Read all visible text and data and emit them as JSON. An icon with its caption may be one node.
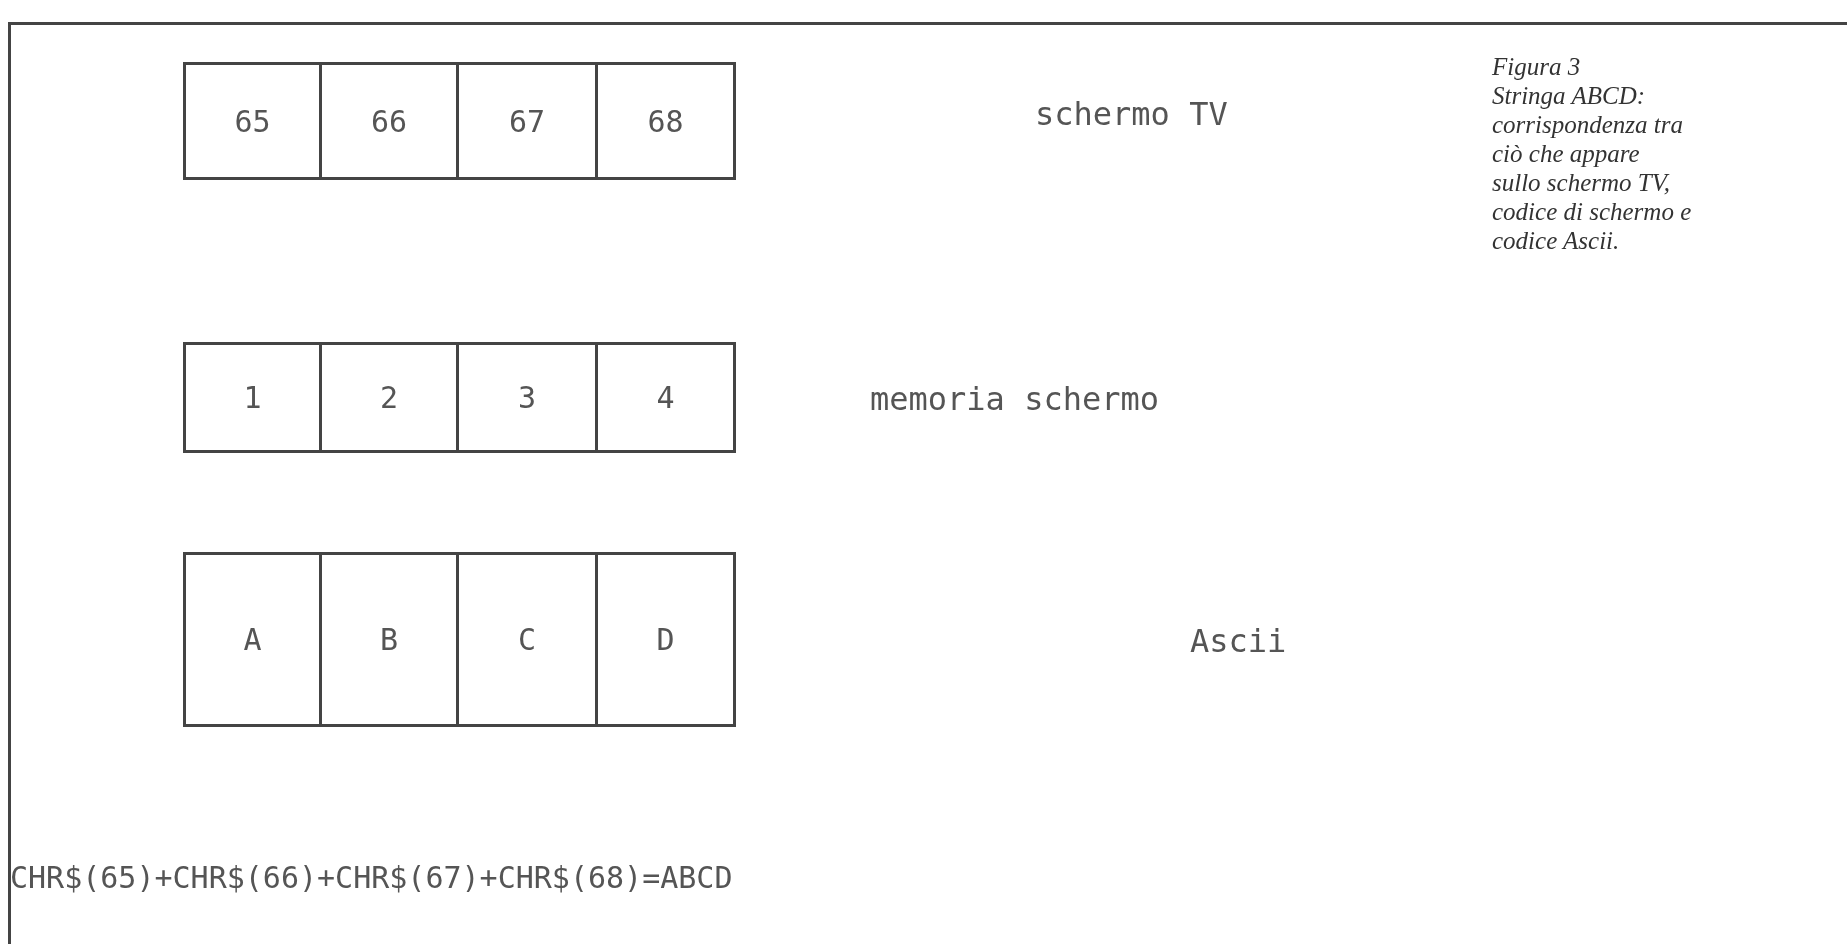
{
  "diagram": {
    "title": "Figura 3",
    "caption": "Stringa ABCD: corrispondenza tra ciò che appare sullo schermo TV, codice di schermo e codice Ascii.",
    "nodes": [
      {
        "text": [
          "65"
        ]
      },
      {
        "text": [
          "66"
        ]
      },
      {
        "text": [
          "67"
        ]
      },
      {
        "text": [
          "68"
        ]
      },
      {
        "text": [
          "1"
        ]
      },
      {
        "text": [
          "2"
        ]
      },
      {
        "text": [
          "3"
        ]
      },
      {
        "text": [
          "4"
        ]
      },
      {
        "text": [
          "A"
        ]
      },
      {
        "text": [
          "B"
        ]
      },
      {
        "text": [
          "C"
        ]
      },
      {
        "text": [
          "D"
        ]
      }
    ],
    "labels": [
      "schermo TV",
      "memoria schermo",
      "Ascii",
      "CHR$(65)+CHR$(66)+CHR$(67)+CHR$(68)=ABCD"
    ]
  }
}
